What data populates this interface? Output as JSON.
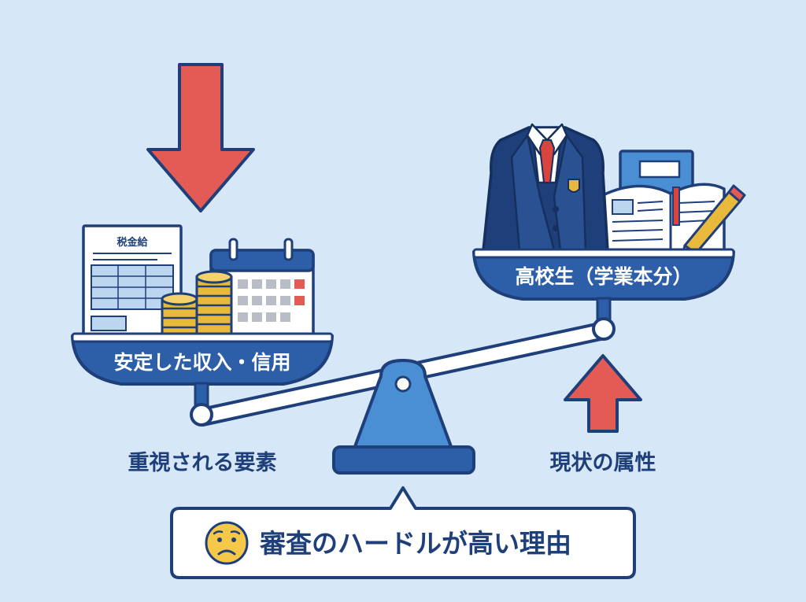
{
  "left_pan": {
    "label": "安定した収入・信用",
    "document_title": "税金給"
  },
  "right_pan": {
    "label": "高校生（学業本分）"
  },
  "left_caption": "重視される要素",
  "right_caption": "現状の属性",
  "callout": {
    "text": "審査のハードルが高い理由",
    "icon": "worried-face-icon"
  },
  "colors": {
    "background": "#d6e8f7",
    "navy": "#1f3f7a",
    "pan_blue": "#2d5fa8",
    "arrow_red": "#e45a55",
    "fulcrum_blue": "#4a8fd4",
    "gold": "#e8b93a",
    "tie_red": "#d9443f"
  }
}
